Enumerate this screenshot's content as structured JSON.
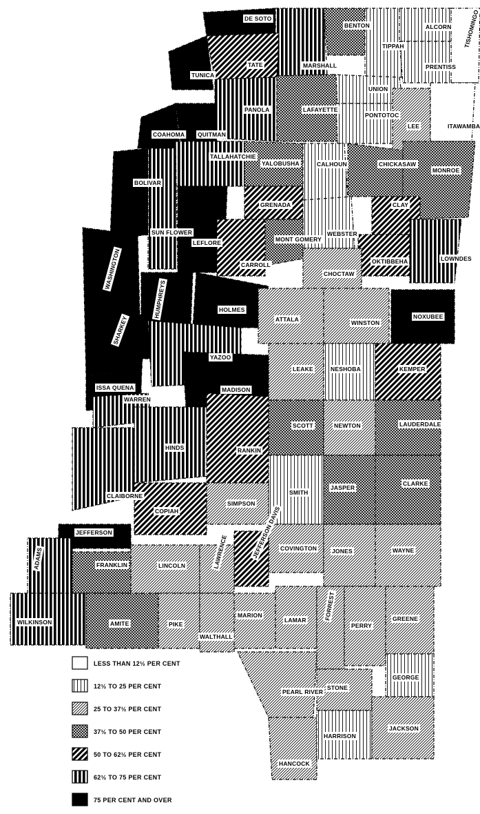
{
  "colors": {
    "ink": "#000000",
    "paper": "#ffffff"
  },
  "pattern_names": {
    "p0": "blank",
    "p1": "vertical-lines-thin",
    "p2": "diagonal-lines-thin",
    "p3": "crosshatch",
    "p4": "diagonal-lines-thick",
    "p5": "vertical-lines-thick",
    "p6": "solid-black"
  },
  "legend": [
    {
      "label": "LESS THAN 12½ PER CENT",
      "pattern": "p0"
    },
    {
      "label": "12½ TO 25 PER CENT",
      "pattern": "p1"
    },
    {
      "label": "25 TO 37½ PER CENT",
      "pattern": "p2"
    },
    {
      "label": "37½ TO 50 PER CENT",
      "pattern": "p3"
    },
    {
      "label": "50 TO 62½ PER CENT",
      "pattern": "p4"
    },
    {
      "label": "62½ TO 75 PER CENT",
      "pattern": "p5"
    },
    {
      "label": "75 PER CENT AND OVER",
      "pattern": "p6"
    }
  ],
  "counties": [
    {
      "name": "DE SOTO",
      "pattern": "p6"
    },
    {
      "name": "MARSHALL",
      "pattern": "p5"
    },
    {
      "name": "BENTON",
      "pattern": "p3"
    },
    {
      "name": "TIPPAH",
      "pattern": "p1"
    },
    {
      "name": "ALCORN",
      "pattern": "p1"
    },
    {
      "name": "TISHOMINGO",
      "pattern": "p0"
    },
    {
      "name": "PRENTISS",
      "pattern": "p1"
    },
    {
      "name": "TUNICA",
      "pattern": "p6"
    },
    {
      "name": "TATE",
      "pattern": "p4"
    },
    {
      "name": "UNION",
      "pattern": "p1"
    },
    {
      "name": "PANOLA",
      "pattern": "p5"
    },
    {
      "name": "LAFAYETTE",
      "pattern": "p3"
    },
    {
      "name": "PONTOTOC",
      "pattern": "p1"
    },
    {
      "name": "LEE",
      "pattern": "p2"
    },
    {
      "name": "ITAWAMBA",
      "pattern": "p0"
    },
    {
      "name": "COAHOMA",
      "pattern": "p6"
    },
    {
      "name": "QUITMAN",
      "pattern": "p6"
    },
    {
      "name": "TALLAHATCHIE",
      "pattern": "p5"
    },
    {
      "name": "YALOBUSHA",
      "pattern": "p3"
    },
    {
      "name": "CALHOUN",
      "pattern": "p1"
    },
    {
      "name": "CHICKASAW",
      "pattern": "p3"
    },
    {
      "name": "MONROE",
      "pattern": "p3"
    },
    {
      "name": "BOLIVAR",
      "pattern": "p6"
    },
    {
      "name": "GRENADA",
      "pattern": "p4"
    },
    {
      "name": "SUN FLOWER",
      "pattern": "p5"
    },
    {
      "name": "LEFLORE",
      "pattern": "p6"
    },
    {
      "name": "WEBSTER",
      "pattern": "p1"
    },
    {
      "name": "CLAY",
      "pattern": "p4"
    },
    {
      "name": "MONT GOMERY",
      "pattern": "p3"
    },
    {
      "name": "CARROLL",
      "pattern": "p4"
    },
    {
      "name": "OKTIBBEHA",
      "pattern": "p4"
    },
    {
      "name": "LOWNDES",
      "pattern": "p5"
    },
    {
      "name": "CHOCTAW",
      "pattern": "p2"
    },
    {
      "name": "WASHINGTON",
      "pattern": "p6"
    },
    {
      "name": "HUMPHREYS",
      "pattern": "p6"
    },
    {
      "name": "HOLMES",
      "pattern": "p6"
    },
    {
      "name": "ATTALA",
      "pattern": "p2"
    },
    {
      "name": "WINSTON",
      "pattern": "p2"
    },
    {
      "name": "NOXUBEE",
      "pattern": "p6"
    },
    {
      "name": "SHARKEY",
      "pattern": "p6"
    },
    {
      "name": "YAZOO",
      "pattern": "p5"
    },
    {
      "name": "ISSA QUENA",
      "pattern": "p6"
    },
    {
      "name": "MADISON",
      "pattern": "p6"
    },
    {
      "name": "LEAKE",
      "pattern": "p2"
    },
    {
      "name": "NESHOBA",
      "pattern": "p1"
    },
    {
      "name": "KEMPER",
      "pattern": "p4"
    },
    {
      "name": "WARREN",
      "pattern": "p5"
    },
    {
      "name": "SCOTT",
      "pattern": "p3"
    },
    {
      "name": "NEWTON",
      "pattern": "p2"
    },
    {
      "name": "LAUDERDALE",
      "pattern": "p3"
    },
    {
      "name": "HINDS",
      "pattern": "p5"
    },
    {
      "name": "RANKIN",
      "pattern": "p4"
    },
    {
      "name": "CLAIBORNE",
      "pattern": "p5"
    },
    {
      "name": "SMITH",
      "pattern": "p1"
    },
    {
      "name": "JASPER",
      "pattern": "p3"
    },
    {
      "name": "CLARKE",
      "pattern": "p3"
    },
    {
      "name": "COPIAH",
      "pattern": "p4"
    },
    {
      "name": "SIMPSON",
      "pattern": "p2"
    },
    {
      "name": "JEFFERSON",
      "pattern": "p6"
    },
    {
      "name": "COVINGTON",
      "pattern": "p2"
    },
    {
      "name": "JONES",
      "pattern": "p2"
    },
    {
      "name": "WAYNE",
      "pattern": "p2"
    },
    {
      "name": "JEFFERSON DAVIS",
      "pattern": "p4"
    },
    {
      "name": "LINCOLN",
      "pattern": "p2"
    },
    {
      "name": "LAWRENCE",
      "pattern": "p2"
    },
    {
      "name": "ADAMS",
      "pattern": "p5"
    },
    {
      "name": "FRANKLIN",
      "pattern": "p3"
    },
    {
      "name": "MARION",
      "pattern": "p2"
    },
    {
      "name": "LAMAR",
      "pattern": "p2"
    },
    {
      "name": "FORREST",
      "pattern": "p2"
    },
    {
      "name": "PERRY",
      "pattern": "p2"
    },
    {
      "name": "GREENE",
      "pattern": "p2"
    },
    {
      "name": "WILKINSON",
      "pattern": "p5"
    },
    {
      "name": "AMITE",
      "pattern": "p3"
    },
    {
      "name": "PIKE",
      "pattern": "p2"
    },
    {
      "name": "WALTHALL",
      "pattern": "p2"
    },
    {
      "name": "PEARL RIVER",
      "pattern": "p2"
    },
    {
      "name": "STONE",
      "pattern": "p2"
    },
    {
      "name": "GEORGE",
      "pattern": "p1"
    },
    {
      "name": "HANCOCK",
      "pattern": "p2"
    },
    {
      "name": "HARRISON",
      "pattern": "p1"
    },
    {
      "name": "JACKSON",
      "pattern": "p2"
    }
  ]
}
